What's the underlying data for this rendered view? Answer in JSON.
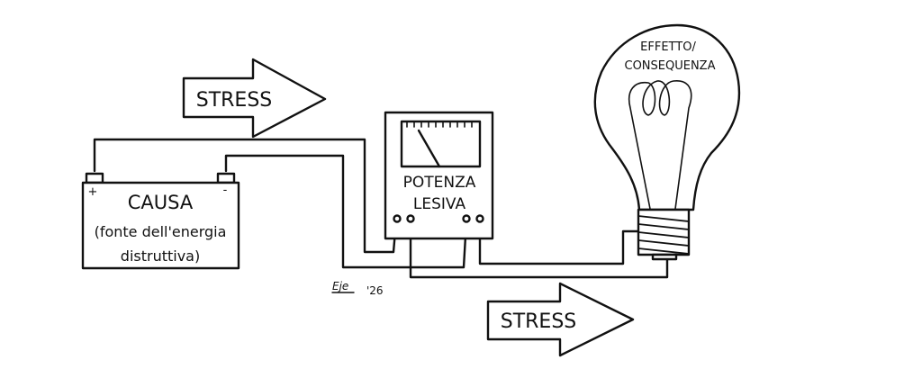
{
  "battery": {
    "title": "CAUSA",
    "line1": "(fonte dell'energia",
    "line2": "distruttiva)",
    "plus": "+",
    "minus": "-"
  },
  "meter": {
    "line1": "POTENZA",
    "line2": "LESIVA"
  },
  "bulb": {
    "line1": "EFFETTO/",
    "line2": "CONSEQUENZA"
  },
  "arrows": {
    "top": "STRESS",
    "bottom": "STRESS"
  },
  "signature": {
    "name": "Eje",
    "year": "'26"
  },
  "colors": {
    "ink": "#111111",
    "background": "#ffffff"
  }
}
